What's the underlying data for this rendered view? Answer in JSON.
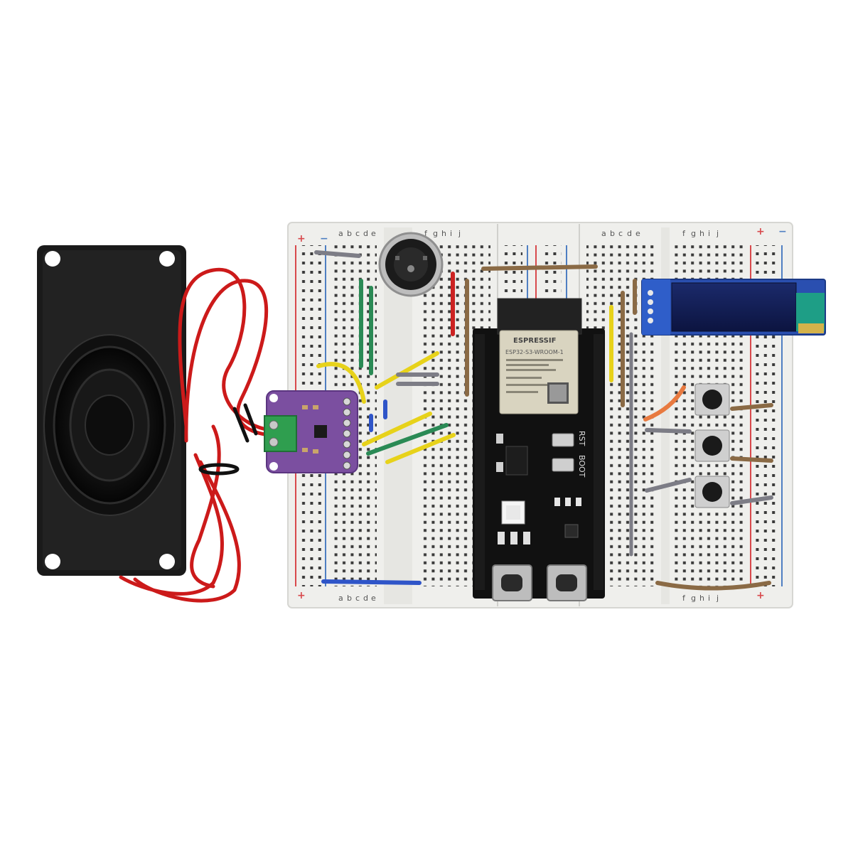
{
  "colors": {
    "background": "#ffffff",
    "breadboard": "#efefec",
    "rail_red": "#d8494c",
    "rail_blue": "#4f7fc2",
    "pcb_black": "#111111",
    "module_purple": "#7b4fa0",
    "terminal_green": "#2f9e4f",
    "oled_blue": "#2a4fb0",
    "speaker_black": "#1a1a1a",
    "wire_red": "#cc1a1a"
  },
  "breadboard": {
    "column_letters": [
      "a",
      "b",
      "c",
      "d",
      "e",
      "f",
      "g",
      "h",
      "i",
      "j"
    ],
    "rail_plus": "+",
    "rail_minus": "−"
  },
  "esp32": {
    "brand": "ESPRESSIF",
    "module": "ESP32-S3-WROOM-1",
    "button_rst": "RST",
    "button_boot": "BOOT"
  },
  "icons": [
    "speaker-icon",
    "microphone-icon",
    "oled-display-icon",
    "push-button-icon",
    "usb-c-port-icon"
  ]
}
